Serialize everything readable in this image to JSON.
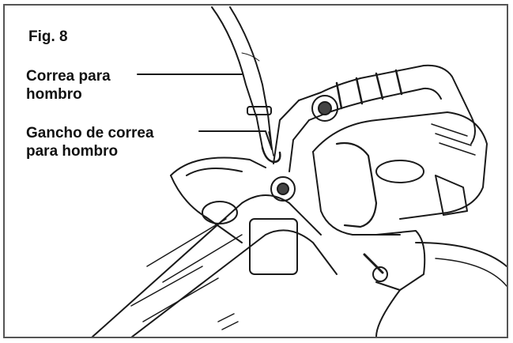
{
  "figure": {
    "title": "Fig. 8",
    "labels": [
      {
        "line1": "Correa para",
        "line2": "hombro"
      },
      {
        "line1": "Gancho de correa",
        "line2": "para hombro"
      }
    ],
    "colors": {
      "line": "#1a1a1a",
      "shade": "#444444",
      "border": "#555555"
    }
  }
}
